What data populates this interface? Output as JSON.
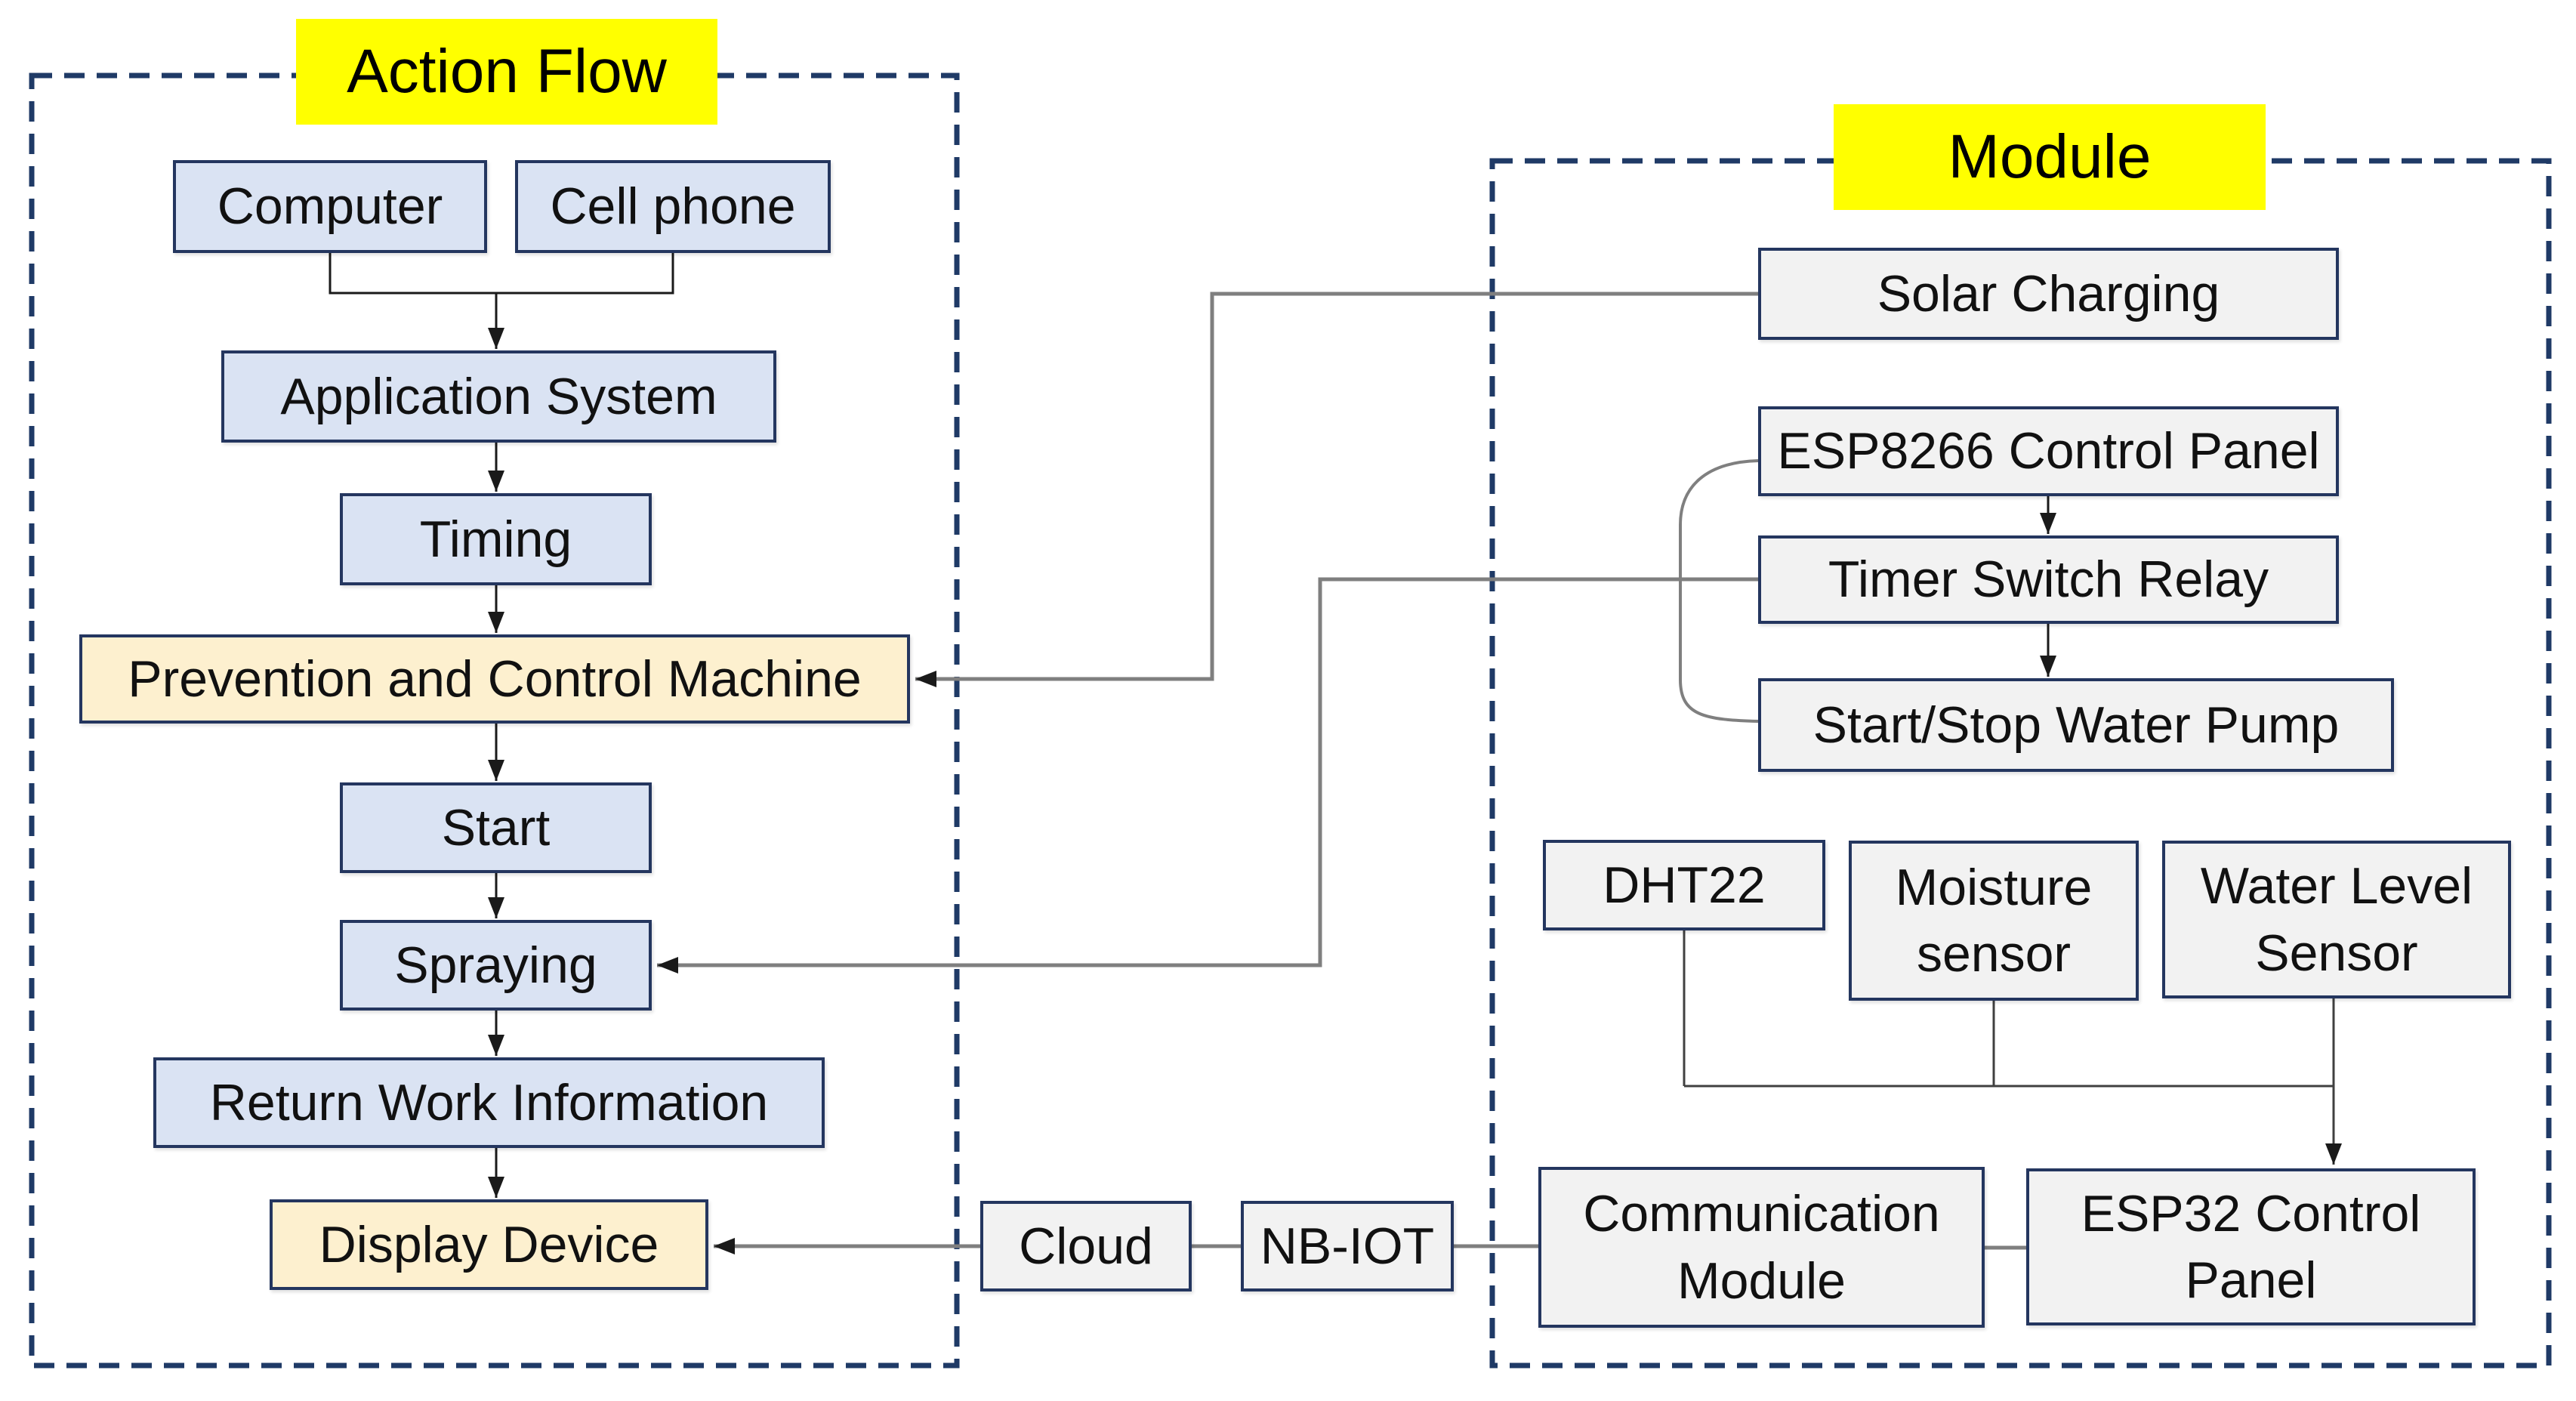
{
  "diagram": {
    "groups": {
      "action_flow": {
        "title": "Action Flow"
      },
      "module": {
        "title": "Module"
      }
    },
    "nodes": {
      "computer": {
        "label": "Computer"
      },
      "cell_phone": {
        "label": "Cell phone"
      },
      "application_system": {
        "label": "Application System"
      },
      "timing": {
        "label": "Timing"
      },
      "prevention_control": {
        "label": "Prevention and Control Machine"
      },
      "start": {
        "label": "Start"
      },
      "spraying": {
        "label": "Spraying"
      },
      "return_info": {
        "label": "Return Work Information"
      },
      "display_device": {
        "label": "Display Device"
      },
      "cloud": {
        "label": "Cloud"
      },
      "nb_iot": {
        "label": "NB-IOT"
      },
      "solar_charging": {
        "label": "Solar Charging"
      },
      "esp8266": {
        "label": "ESP8266 Control Panel"
      },
      "timer_relay": {
        "label": "Timer Switch Relay"
      },
      "water_pump": {
        "label": "Start/Stop Water Pump"
      },
      "dht22": {
        "label": "DHT22"
      },
      "moisture_sensor": {
        "label": "Moisture\nsensor"
      },
      "water_level_sensor": {
        "label": "Water Level\nSensor"
      },
      "communication_module": {
        "label": "Communication\nModule"
      },
      "esp32": {
        "label": "ESP32 Control\nPanel"
      }
    },
    "edges": [
      {
        "from": "computer",
        "to": "application_system",
        "arrow": true
      },
      {
        "from": "cell_phone",
        "to": "application_system",
        "arrow": true
      },
      {
        "from": "application_system",
        "to": "timing",
        "arrow": true
      },
      {
        "from": "timing",
        "to": "prevention_control",
        "arrow": true
      },
      {
        "from": "prevention_control",
        "to": "start",
        "arrow": true
      },
      {
        "from": "start",
        "to": "spraying",
        "arrow": true
      },
      {
        "from": "spraying",
        "to": "return_info",
        "arrow": true
      },
      {
        "from": "return_info",
        "to": "display_device",
        "arrow": true
      },
      {
        "from": "solar_charging",
        "to": "prevention_control",
        "arrow": true
      },
      {
        "from": "esp8266",
        "to": "timer_relay",
        "arrow": true
      },
      {
        "from": "timer_relay",
        "to": "water_pump",
        "arrow": true
      },
      {
        "from": "esp8266",
        "to": "water_pump",
        "arrow": false
      },
      {
        "from": "timer_relay",
        "to": "spraying",
        "arrow": true
      },
      {
        "from": "dht22",
        "to": "esp32",
        "arrow": true
      },
      {
        "from": "moisture_sensor",
        "to": "esp32",
        "arrow": true
      },
      {
        "from": "water_level_sensor",
        "to": "esp32",
        "arrow": true
      },
      {
        "from": "esp32",
        "to": "communication_module",
        "arrow": false
      },
      {
        "from": "communication_module",
        "to": "nb_iot",
        "arrow": false
      },
      {
        "from": "nb_iot",
        "to": "cloud",
        "arrow": false
      },
      {
        "from": "cloud",
        "to": "display_device",
        "arrow": true
      }
    ],
    "colors": {
      "highlight_yellow": "#ffff00",
      "box_blue": "#dae3f3",
      "box_cream": "#fdf0cf",
      "box_gray": "#f2f2f2",
      "border_navy": "#24365f",
      "dash_navy": "#1f3a66",
      "line_gray": "#7f7f7f",
      "line_black": "#1a1a1a",
      "text_black": "#111111"
    }
  }
}
